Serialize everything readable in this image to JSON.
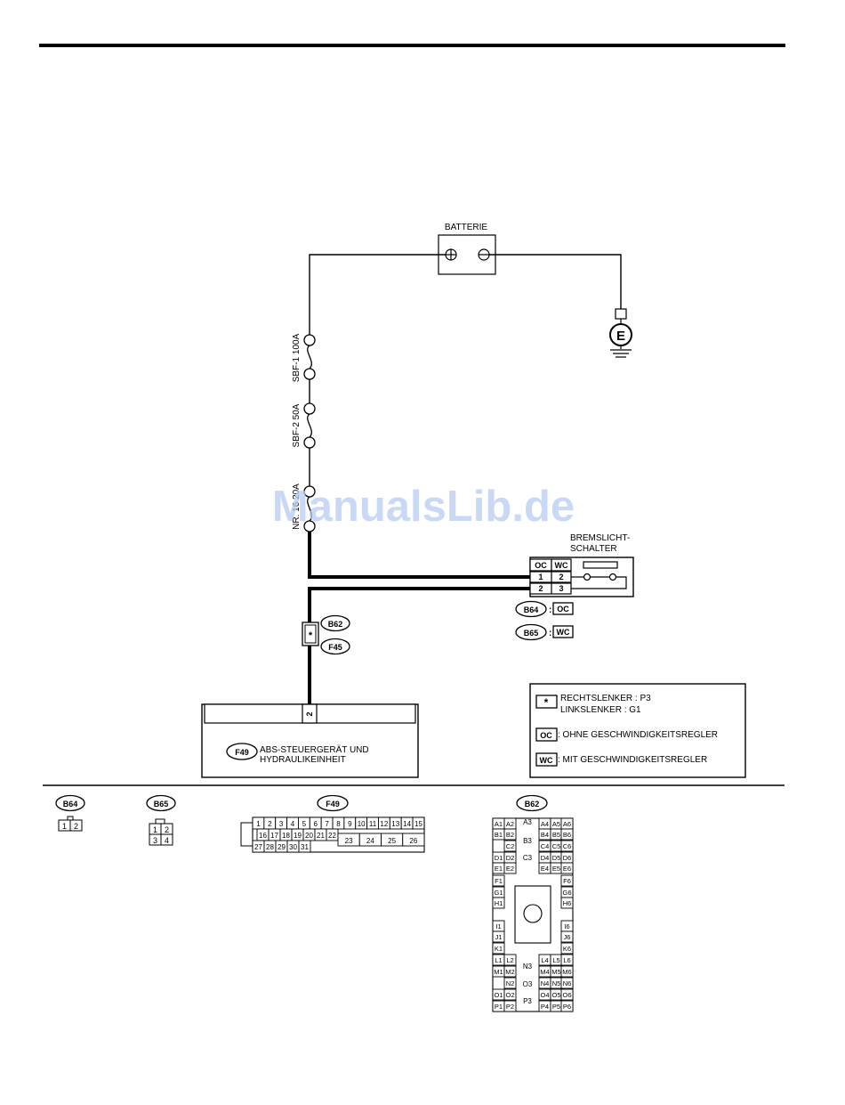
{
  "battery": {
    "label": "BATTERIE",
    "plus": "+",
    "minus": "−"
  },
  "ground": {
    "label": "E"
  },
  "fuses": [
    {
      "label": "SBF-1 100A"
    },
    {
      "label": "SBF-2 50A"
    },
    {
      "label": "NR. 16 20A"
    }
  ],
  "brake_switch": {
    "label_line1": "BREMSLICHT-",
    "label_line2": "SCHALTER",
    "col_oc": "OC",
    "col_wc": "WC",
    "oc_pins": [
      "1",
      "2"
    ],
    "wc_pins": [
      "2",
      "3"
    ]
  },
  "switch_connectors": [
    {
      "id": "B64",
      "variant": "OC"
    },
    {
      "id": "B65",
      "variant": "WC"
    }
  ],
  "inline_connector": {
    "symbol": "*",
    "id_top": "B62",
    "id_bottom": "F45"
  },
  "abs_unit": {
    "id": "F49",
    "pin": "2",
    "name_line1": "ABS-STEUERGERÄT UND",
    "name_line2": "HYDRAULIKEINHEIT"
  },
  "legend": {
    "star_symbol": "*",
    "star_line1": "RECHTSLENKER : P3",
    "star_line2": "LINKSLENKER : G1",
    "oc_tag": "OC",
    "oc_text": ": OHNE GESCHWINDIGKEITSREGLER",
    "wc_tag": "WC",
    "wc_text": ": MIT GESCHWINDIGKEITSREGLER"
  },
  "connector_views": {
    "b64": {
      "id": "B64",
      "pins": [
        "1",
        "2"
      ]
    },
    "b65": {
      "id": "B65",
      "pins": [
        "1",
        "2",
        "3",
        "4"
      ]
    },
    "f49": {
      "id": "F49",
      "row1": [
        "1",
        "2",
        "3",
        "4",
        "5",
        "6",
        "7",
        "8",
        "9",
        "10",
        "11",
        "12",
        "13",
        "14",
        "15"
      ],
      "row2": [
        "16",
        "17",
        "18",
        "19",
        "20",
        "21",
        "22"
      ],
      "row3": [
        "27",
        "28",
        "29",
        "30",
        "31"
      ],
      "wide": [
        "23",
        "24",
        "25",
        "26"
      ]
    },
    "b62": {
      "id": "B62",
      "left_cells": [
        "A1",
        "A2",
        "B1",
        "B2",
        "C2",
        "D1",
        "D2",
        "E1",
        "E2",
        "F1",
        "G1",
        "H1",
        "I1",
        "J1",
        "K1",
        "L1",
        "L2",
        "M1",
        "M2",
        "N2",
        "O1",
        "O2",
        "P1",
        "P2"
      ],
      "right_cells": [
        "A4",
        "A5",
        "A6",
        "B4",
        "B5",
        "B6",
        "C4",
        "C5",
        "C6",
        "D4",
        "D5",
        "D6",
        "E4",
        "E5",
        "E6",
        "F6",
        "G6",
        "H6",
        "I6",
        "J6",
        "K6",
        "L4",
        "L5",
        "L6",
        "M4",
        "M5",
        "M6",
        "N4",
        "N5",
        "N6",
        "O4",
        "O5",
        "O6",
        "P4",
        "P5",
        "P6"
      ],
      "center_cells": [
        "A3",
        "B3",
        "C3",
        "N3",
        "O3",
        "P3"
      ]
    }
  },
  "watermark": "ManualsLib.de"
}
